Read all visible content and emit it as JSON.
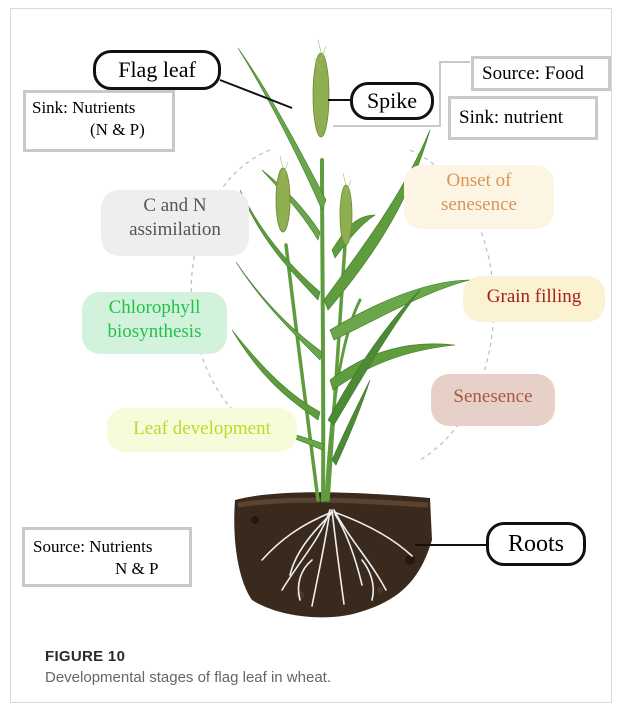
{
  "figure": {
    "label": "FIGURE 10",
    "caption": "Developmental stages of flag leaf in wheat."
  },
  "labels": {
    "flag_leaf": "Flag leaf",
    "spike": "Spike",
    "roots": "Roots",
    "sink_nutrients_line1": "Sink: Nutrients",
    "sink_nutrients_line2": "(N & P)",
    "source_food": "Source: Food",
    "sink_nutrient": "Sink: nutrient",
    "source_nutrients_line1": "Source: Nutrients",
    "source_nutrients_line2": "N & P"
  },
  "stages": {
    "c_n_assimilation": {
      "line1": "C and N",
      "line2": "assimilation",
      "text_color": "#555555",
      "bg": "#eeeeee"
    },
    "chlorophyll": {
      "line1": "Chlorophyll",
      "line2": "biosynthesis",
      "text_color": "#22c24a",
      "bg": "#d2f2dc"
    },
    "leaf_development": {
      "line1": "Leaf development",
      "text_color": "#b9dc2a",
      "bg": "#f6fbd9"
    },
    "onset_senesence": {
      "line1": "Onset of",
      "line2": "senesence",
      "text_color": "#d9955a",
      "bg": "#fcf5e3"
    },
    "grain_filling": {
      "line1": "Grain filling",
      "text_color": "#a52016",
      "bg": "#fbf2d2"
    },
    "senesence": {
      "line1": "Senesence",
      "text_color": "#a8583f",
      "bg": "#e7d0c8"
    }
  },
  "colors": {
    "leaf": "#5e9c3e",
    "leaf_dark": "#3f7a2a",
    "spike": "#8fae52",
    "soil": "#3a2a1e",
    "roots": "#efefef"
  }
}
